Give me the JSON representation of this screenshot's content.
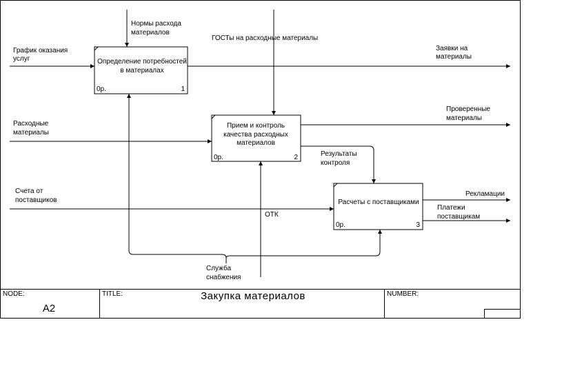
{
  "boxes": [
    {
      "title_lines": [
        "Определение потребностей",
        "в материалах"
      ],
      "cost": "0р.",
      "number": "1"
    },
    {
      "title_lines": [
        "Прием и контроль",
        "качества расходных",
        "материалов"
      ],
      "cost": "0р.",
      "number": "2"
    },
    {
      "title_lines": [
        "Расчеты с поставщиками"
      ],
      "cost": "0р.",
      "number": "3"
    }
  ],
  "arrows": {
    "norms": [
      "Нормы расхода",
      "материалов"
    ],
    "gosts": [
      "ГОСТы на расходные материалы"
    ],
    "schedule": [
      "График оказания",
      "услуг"
    ],
    "requests": [
      "Заявки на",
      "материалы"
    ],
    "consumables": [
      "Расходные",
      "материалы"
    ],
    "checked": [
      "Проверенные",
      "материалы"
    ],
    "results": [
      "Результаты",
      "контроля"
    ],
    "invoices": [
      "Счета от",
      "поставщиков"
    ],
    "otk": [
      "ОТК"
    ],
    "complaints": [
      "Рекламации"
    ],
    "payments": [
      "Платежи",
      "поставщикам"
    ],
    "supply": [
      "Служба",
      "снабжения"
    ]
  },
  "frame": {
    "node_label": "NODE:",
    "node_value": "A2",
    "title_label": "TITLE:",
    "title_value": "Закупка  материалов",
    "number_label": "NUMBER:"
  }
}
